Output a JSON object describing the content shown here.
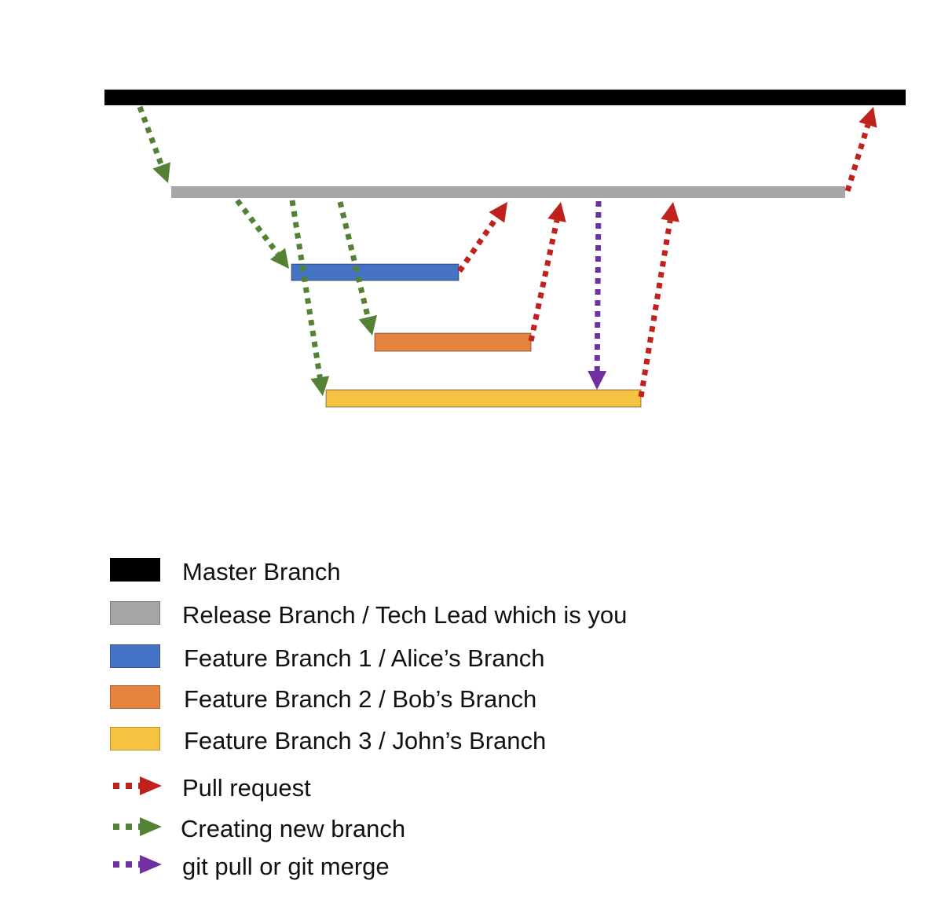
{
  "diagram": {
    "title": "Git branching workflow",
    "branches": [
      {
        "id": "master",
        "name": "Master Branch",
        "color": "#000000"
      },
      {
        "id": "release",
        "name": "Release Branch / Tech Lead which is you",
        "color": "#a6a6a6"
      },
      {
        "id": "feature1",
        "name": "Feature Branch 1 / Alice’s Branch",
        "color": "#4472c4"
      },
      {
        "id": "feature2",
        "name": "Feature Branch 2 / Bob’s Branch",
        "color": "#e6833f"
      },
      {
        "id": "feature3",
        "name": "Feature Branch 3 / John’s Branch",
        "color": "#f6c242"
      }
    ],
    "arrow_types": [
      {
        "id": "pull_request",
        "name": "Pull request",
        "color": "#c0211c"
      },
      {
        "id": "create_branch",
        "name": "Creating new branch",
        "color": "#548235"
      },
      {
        "id": "git_pull",
        "name": "git pull or git merge",
        "color": "#7030a0"
      }
    ],
    "edges": [
      {
        "type": "create_branch",
        "from": "master",
        "to": "release"
      },
      {
        "type": "create_branch",
        "from": "release",
        "to": "feature1"
      },
      {
        "type": "create_branch",
        "from": "release",
        "to": "feature3"
      },
      {
        "type": "create_branch",
        "from": "release",
        "to": "feature2"
      },
      {
        "type": "pull_request",
        "from": "feature1",
        "to": "release"
      },
      {
        "type": "pull_request",
        "from": "feature2",
        "to": "release"
      },
      {
        "type": "git_pull",
        "from": "release",
        "to": "feature3"
      },
      {
        "type": "pull_request",
        "from": "feature3",
        "to": "release"
      },
      {
        "type": "pull_request",
        "from": "release",
        "to": "master"
      }
    ]
  },
  "legend": {
    "branches": [
      {
        "label": "Master Branch",
        "color": "#000000"
      },
      {
        "label": "Release Branch / Tech Lead which is you",
        "color": "#a6a6a6"
      },
      {
        "label": "Feature Branch 1 / Alice’s Branch",
        "color": "#4472c4"
      },
      {
        "label": "Feature Branch 2 / Bob’s Branch",
        "color": "#e6833f"
      },
      {
        "label": "Feature Branch 3 / John’s Branch",
        "color": "#f6c242"
      }
    ],
    "arrows": [
      {
        "label": "Pull request",
        "color": "#c0211c"
      },
      {
        "label": "Creating new branch",
        "color": "#548235"
      },
      {
        "label": "git pull or git merge",
        "color": "#7030a0"
      }
    ]
  }
}
